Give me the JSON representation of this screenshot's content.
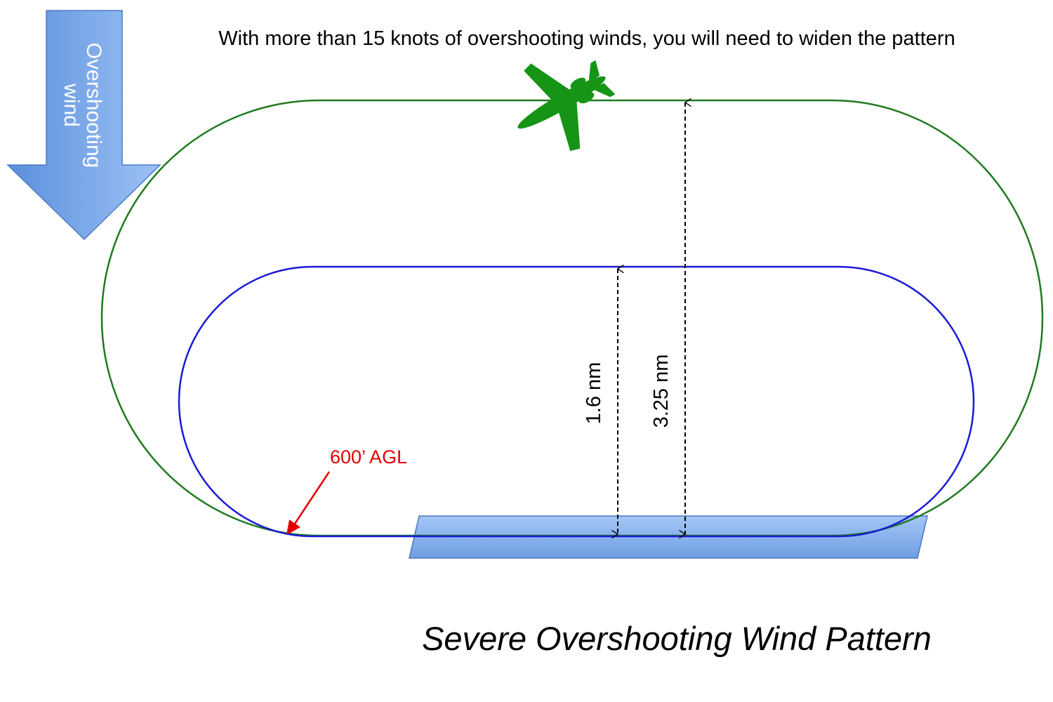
{
  "header": {
    "caption": "With more than 15 knots of overshooting winds, you will need to widen the pattern"
  },
  "wind_arrow": {
    "line1": "Overshooting",
    "line2": "wind",
    "color": "#7aa6e8"
  },
  "patterns": {
    "outer_color": "#1f7a1f",
    "inner_color": "#1a1ad6"
  },
  "dimensions": {
    "inner": "1.6 nm",
    "outer": "3.25 nm"
  },
  "altitude": {
    "label": "600’ AGL",
    "color": "#e00000"
  },
  "runway": {
    "color": "#8fb6ee"
  },
  "aircraft": {
    "icon": "airplane-icon",
    "color": "#169416"
  },
  "footer": {
    "title": "Severe Overshooting Wind Pattern"
  }
}
